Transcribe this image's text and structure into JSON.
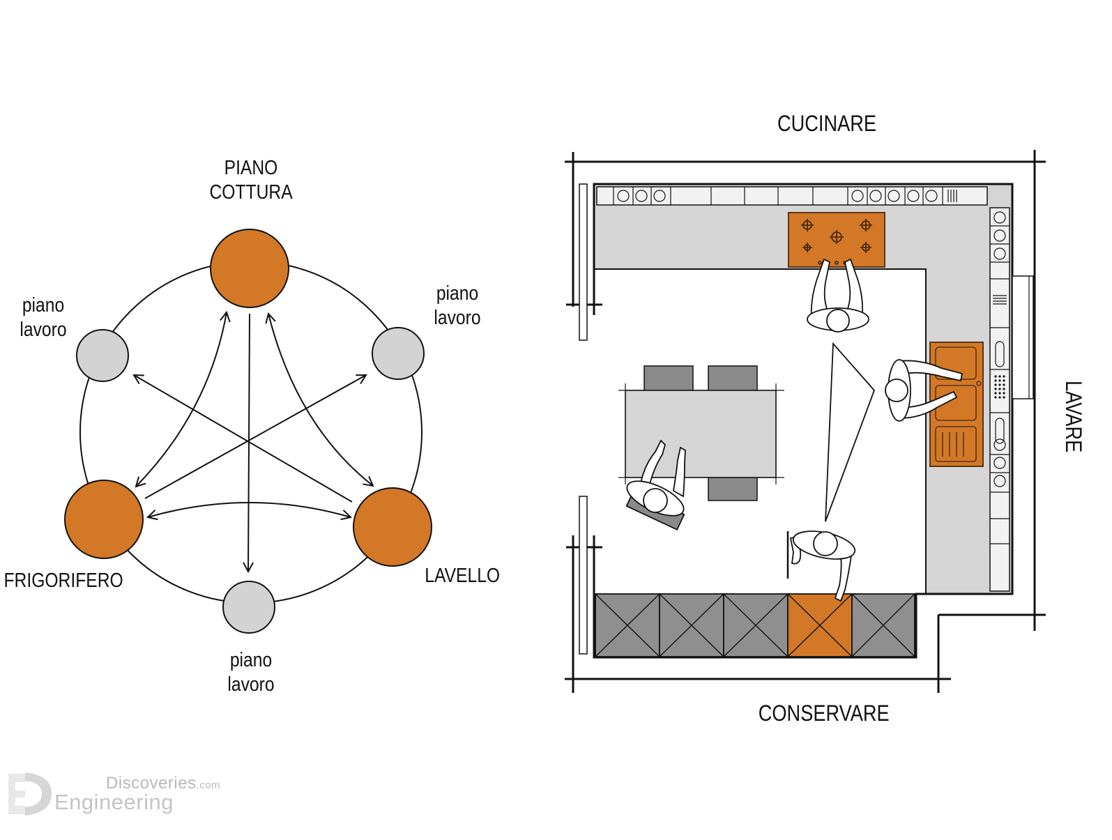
{
  "colors": {
    "orange": "#d37826",
    "grey_node": "#d3d3d3",
    "counter": "#d5d5d5",
    "cabinet": "#8f8f8f",
    "wall": "#111111",
    "chair": "#8a8a8a",
    "logo": "#d6d6d6"
  },
  "triangle": {
    "labels": {
      "piano_cottura": "PIANO\nCOTTURA",
      "frigorifero": "FRIGORIFERO",
      "lavello": "LAVELLO",
      "piano_lavoro_left": "piano\nlavoro",
      "piano_lavoro_right": "piano\nlavoro",
      "piano_lavoro_bottom": "piano\nlavoro"
    }
  },
  "plan": {
    "labels": {
      "top": "CUCINARE",
      "right": "LAVARE",
      "bottom": "CONSERVARE"
    }
  },
  "logo": {
    "line1": "Discoveries",
    "line1_suffix": ".com",
    "line2": "Engineering",
    "icon": "ed-logo-icon"
  }
}
